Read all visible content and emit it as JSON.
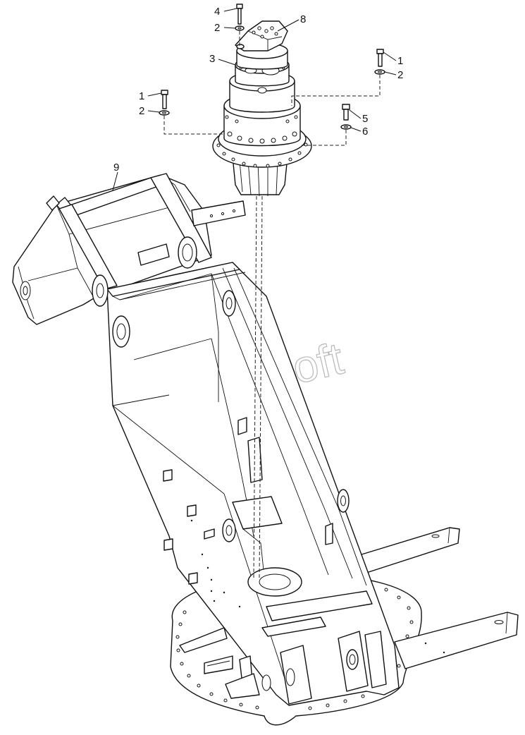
{
  "watermark": "AutoSoft",
  "callouts": [
    {
      "id": "c1",
      "text": "4"
    },
    {
      "id": "c2",
      "text": "2"
    },
    {
      "id": "c3",
      "text": "8"
    },
    {
      "id": "c4",
      "text": "3"
    },
    {
      "id": "c5",
      "text": "1"
    },
    {
      "id": "c6",
      "text": "2"
    },
    {
      "id": "c7",
      "text": "1"
    },
    {
      "id": "c8",
      "text": "2"
    },
    {
      "id": "c9",
      "text": "5"
    },
    {
      "id": "c10",
      "text": "6"
    },
    {
      "id": "c11",
      "text": "9"
    }
  ]
}
